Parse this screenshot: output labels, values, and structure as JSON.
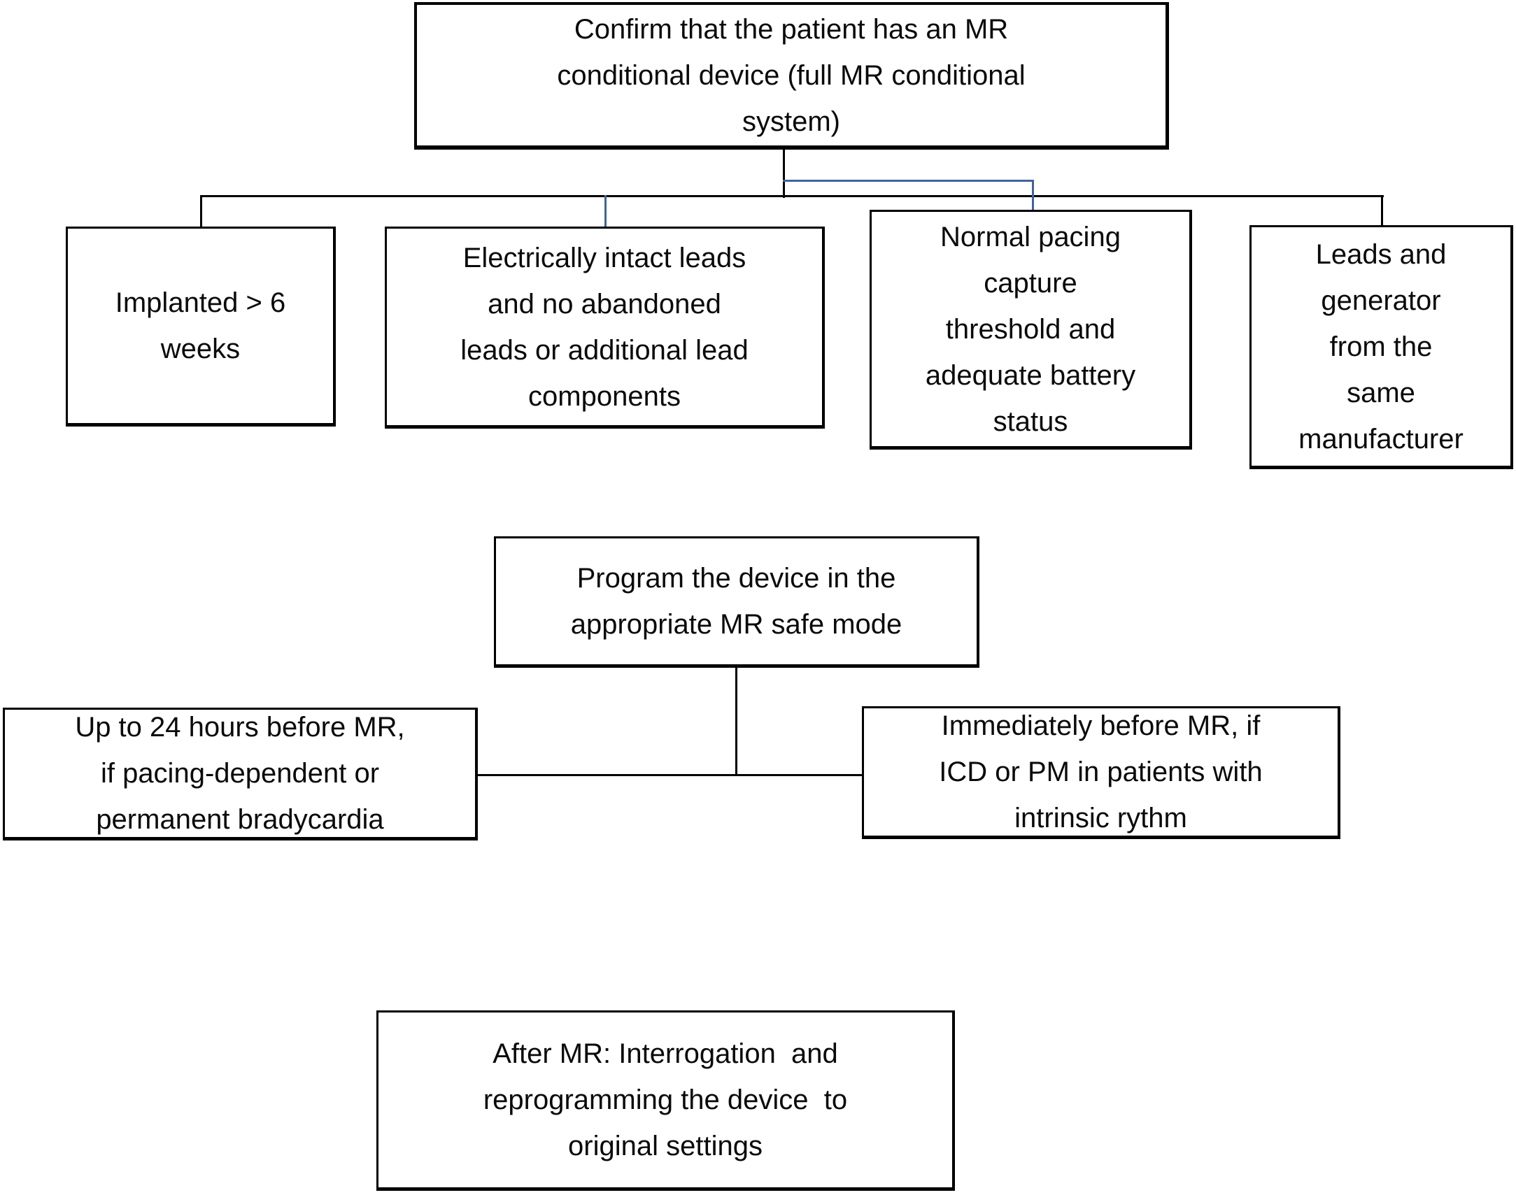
{
  "nodes": {
    "confirm_device": {
      "lines": [
        "Confirm that the patient has an MR",
        "conditional device (full MR conditional",
        "system)"
      ]
    },
    "implanted": {
      "lines": [
        "Implanted > 6",
        "weeks"
      ]
    },
    "intact_leads": {
      "lines": [
        "Electrically intact leads",
        "and no abandoned",
        "leads or additional lead",
        "components"
      ]
    },
    "pacing_threshold": {
      "lines": [
        "Normal pacing",
        "capture",
        "threshold and",
        "adequate battery",
        "status"
      ]
    },
    "same_manufacturer": {
      "lines": [
        "Leads and",
        "generator",
        "from the",
        "same",
        "manufacturer"
      ]
    },
    "program_safe_mode": {
      "lines": [
        "Program the device in the",
        "appropriate MR safe mode"
      ]
    },
    "before_24h": {
      "lines": [
        "Up to 24 hours before MR,",
        "if pacing-dependent or",
        "permanent bradycardia"
      ]
    },
    "immediately_before": {
      "lines": [
        "Immediately before MR, if",
        "ICD or PM in patients with",
        "intrinsic rythm"
      ]
    },
    "after_mr": {
      "lines": [
        "After MR: Interrogation  and",
        "reprogramming the device  to",
        "original settings"
      ]
    }
  },
  "colors": {
    "background": "#ffffff",
    "box_border": "#000000",
    "text": "#0a0a0a",
    "connector_black": "#000000",
    "connector_blue": "#41639c"
  }
}
